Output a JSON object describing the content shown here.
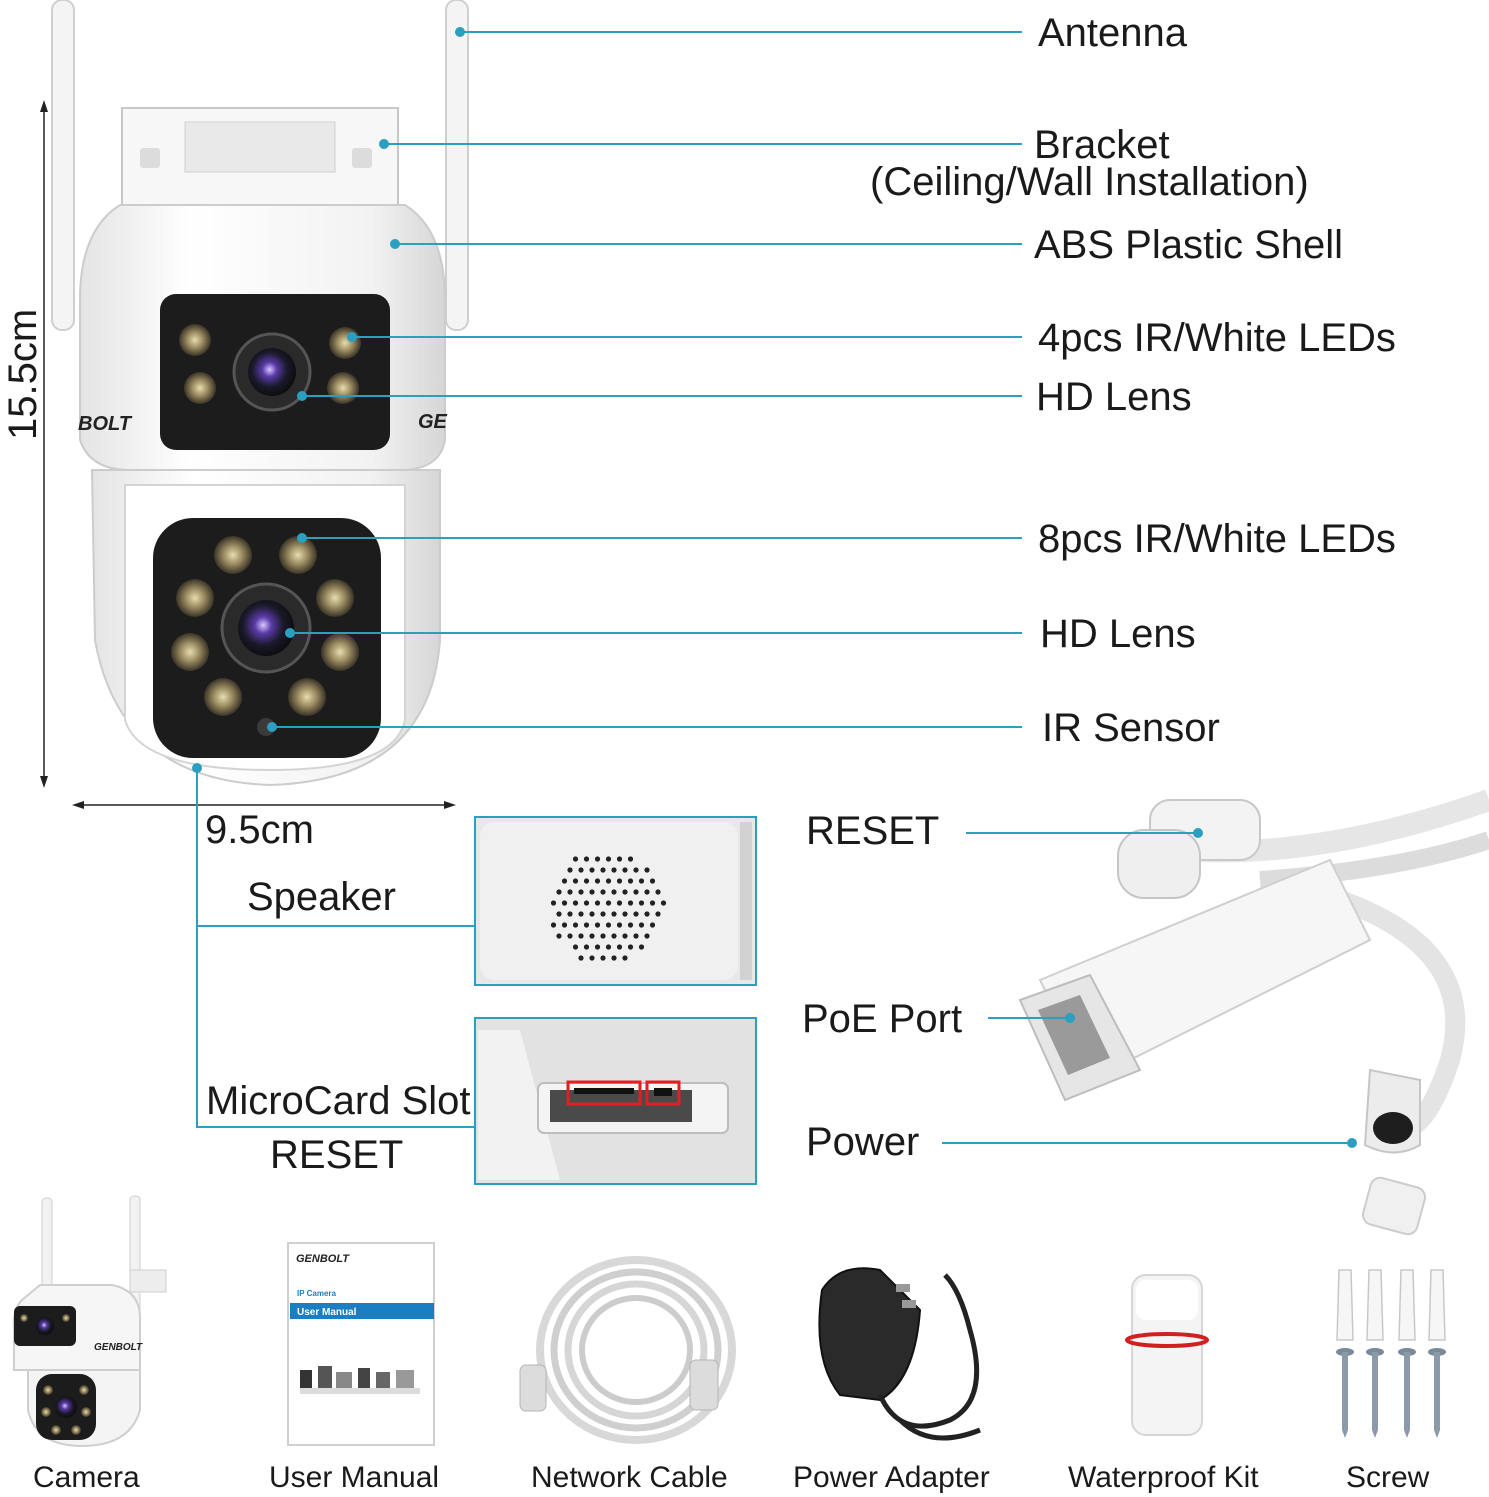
{
  "labels": {
    "antenna": "Antenna",
    "bracket_1": "Bracket",
    "bracket_2": "(Ceiling/Wall Installation)",
    "shell": "ABS Plastic Shell",
    "leds_top": "4pcs IR/White LEDs",
    "lens_top": "HD Lens",
    "leds_bottom": "8pcs IR/White LEDs",
    "lens_bottom": "HD Lens",
    "ir_sensor": "IR Sensor",
    "height": "15.5cm",
    "width": "9.5cm",
    "speaker": "Speaker",
    "microcard": "MicroCard Slot",
    "reset_slot": "RESET",
    "reset_cable": "RESET",
    "poe": "PoE Port",
    "power": "Power"
  },
  "brand": "GENBOLT",
  "manual_cover": {
    "brand": "GENBOLT",
    "subtitle": "IP Camera",
    "title": "User Manual"
  },
  "package_items": [
    "Camera",
    "User Manual",
    "Network Cable",
    "Power Adapter",
    "Waterproof Kit",
    "Screw"
  ],
  "colors": {
    "leader": "#2a9fbf",
    "highlight": "#e02020",
    "lens_dark": "#1c1c1c"
  }
}
